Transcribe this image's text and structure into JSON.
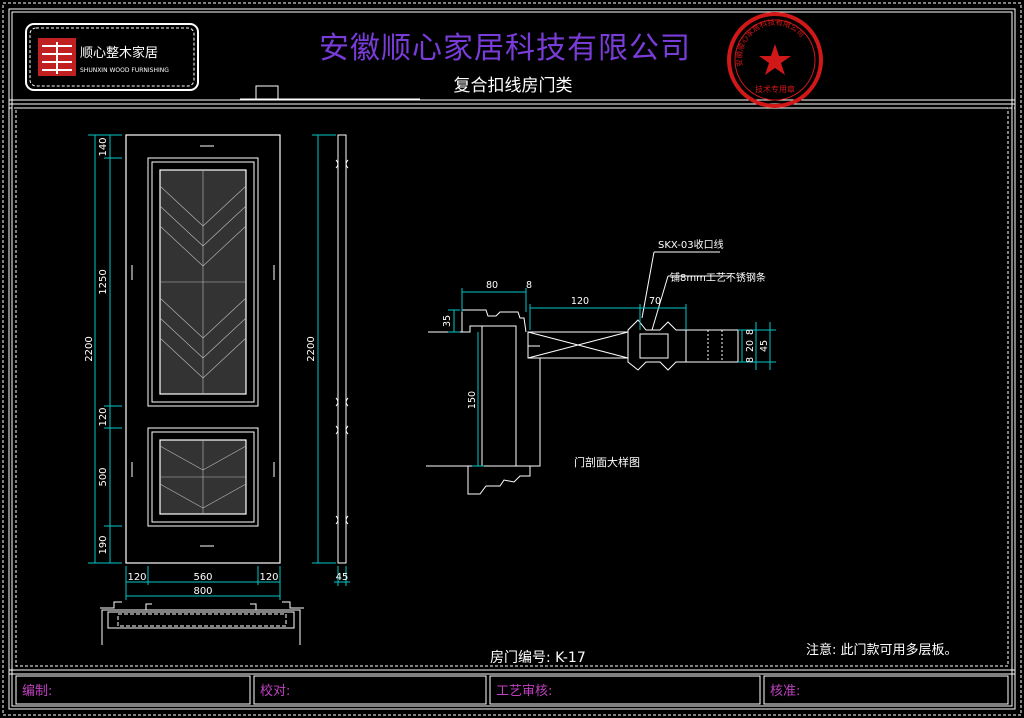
{
  "colors": {
    "background": "#000000",
    "frame": "#ffffff",
    "dimension": "#00c8c8",
    "title": "#7a3cd8",
    "stamp": "#d01818",
    "note_label": "#c040c0"
  },
  "logo": {
    "name": "顺心整木家居",
    "sub": "SHUNXIN WOOD FURNISHING"
  },
  "company": "安徽顺心家居科技有限公司",
  "subtitle": "复合扣线房门类",
  "stamp": {
    "ring_text": "安徽顺心家居科技有限公司",
    "bottom_text": "技术专用章"
  },
  "elevation_dims": {
    "left": [
      "140",
      "1250",
      "120",
      "500",
      "190"
    ],
    "total_height": "2200",
    "side_height": "2200",
    "bottom": [
      "120",
      "560",
      "120"
    ],
    "width": "800",
    "thickness": "45"
  },
  "section": {
    "callout_1": "SKX-03收口线",
    "callout_2": "铺8mm工艺不锈钢条",
    "dims": {
      "d80": "80",
      "d8": "8",
      "d120": "120",
      "d70": "70",
      "d35": "35",
      "d150": "150",
      "d8r": "8",
      "d20": "20",
      "d8b": "8",
      "d45": "45"
    },
    "caption": "门剖面大样图"
  },
  "door_number": "房门编号: K-17",
  "note": "注意: 此门款可用多层板。",
  "footer": [
    {
      "label": "编制:"
    },
    {
      "label": "校对:"
    },
    {
      "label": "工艺审核:"
    },
    {
      "label": "核准:"
    }
  ]
}
